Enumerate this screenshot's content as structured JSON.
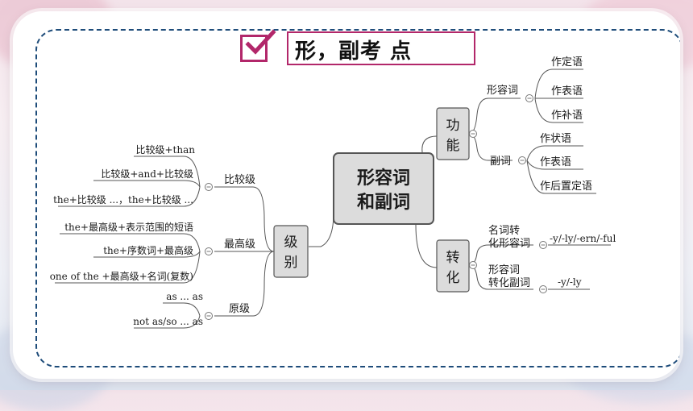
{
  "title": "形，副考 点",
  "colors": {
    "accent": "#b2276a",
    "frame": "#1e4c7a",
    "node_fill": "#dcdcdc",
    "line": "#555555"
  },
  "icons": {
    "check": "checkbox-check-icon",
    "collapse": "collapse-circle-icon"
  },
  "mindmap": {
    "root": [
      "形容词",
      "和副词"
    ],
    "function": {
      "label": [
        "功",
        "能"
      ],
      "adjective": {
        "label": "形容词",
        "uses": [
          "作定语",
          "作表语",
          "作补语"
        ]
      },
      "adverb": {
        "label": "副词",
        "uses": [
          "作状语",
          "作表语",
          "作后置定语"
        ]
      }
    },
    "conversion": {
      "label": [
        "转",
        "化"
      ],
      "noun_to_adj": {
        "label": [
          "名词转",
          "化形容词"
        ],
        "suffix": "-y/-ly/-ern/-ful"
      },
      "adj_to_adv": {
        "label": [
          "形容词",
          "转化副词"
        ],
        "suffix": "-y/-ly"
      }
    },
    "degree": {
      "label": [
        "级",
        "别"
      ],
      "comparative": {
        "label": "比较级",
        "items": [
          "比较级+than",
          "比较级+and+比较级",
          "the+比较级 ...，the+比较级 ..."
        ]
      },
      "superlative": {
        "label": "最高级",
        "items": [
          "the+最高级+表示范围的短语",
          "the+序数词+最高级",
          "one of the +最高级+名词(复数)"
        ]
      },
      "positive": {
        "label": "原级",
        "items": [
          "as ... as",
          "not as/so ... as"
        ]
      }
    }
  }
}
